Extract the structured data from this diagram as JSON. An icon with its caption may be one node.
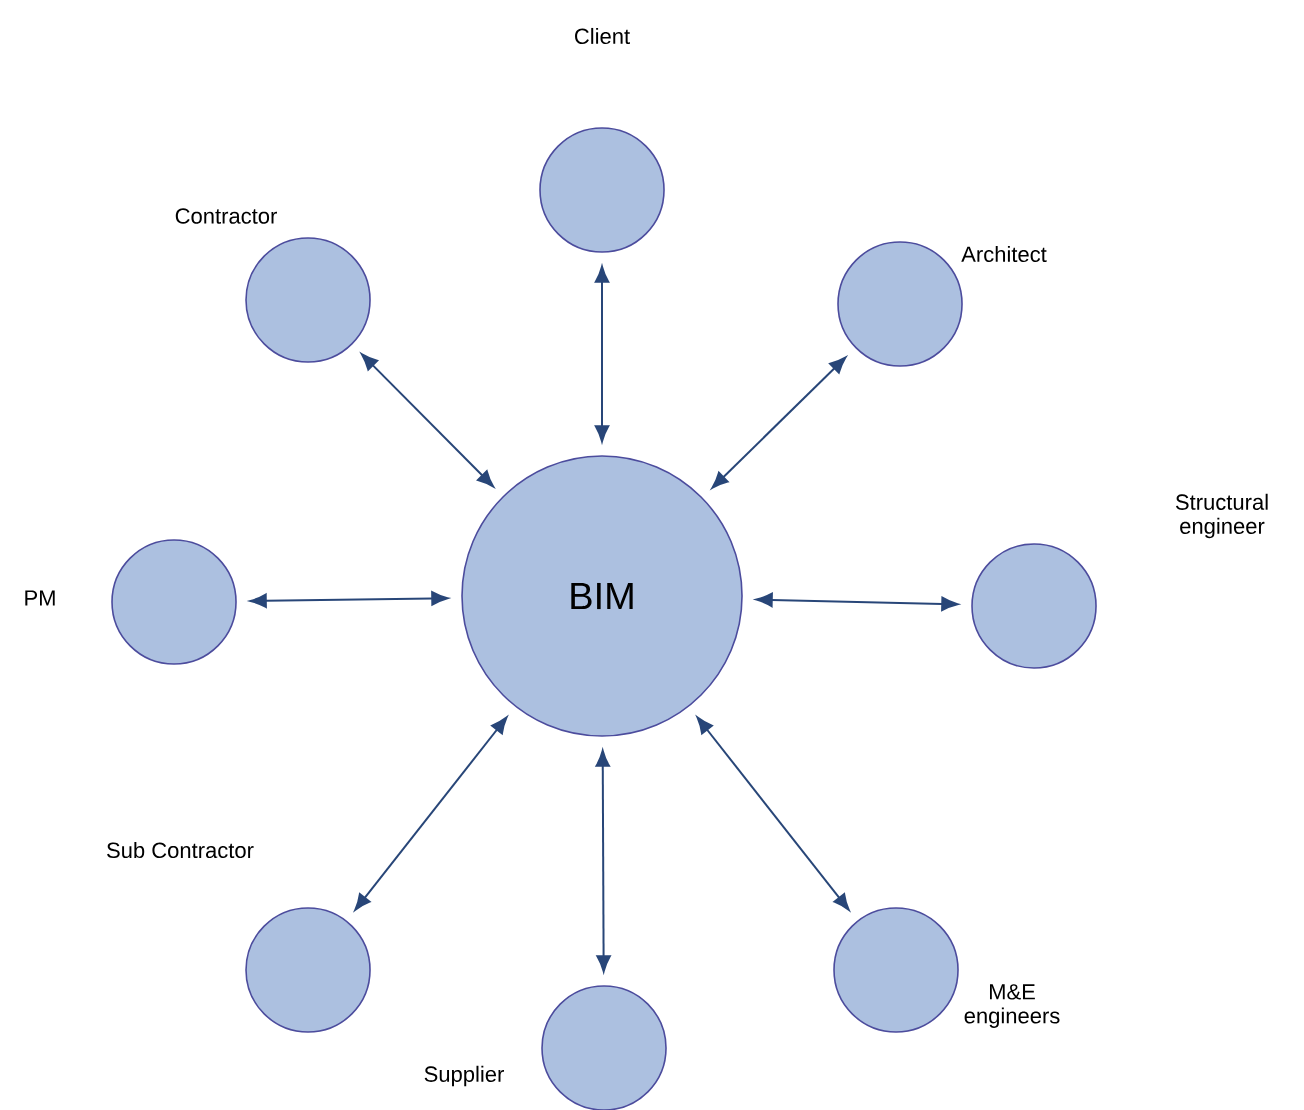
{
  "diagram": {
    "nodes": [
      {
        "text": [
          "Client"
        ]
      },
      {
        "text": [
          "Contractor"
        ]
      },
      {
        "text": [
          "Architect"
        ]
      },
      {
        "text": [
          "PM"
        ]
      },
      {
        "text": [
          "BIM"
        ]
      },
      {
        "text": [
          "Structural engineer"
        ]
      },
      {
        "text": [
          "Sub Contractor"
        ]
      },
      {
        "text": [
          "Supplier"
        ]
      },
      {
        "text": [
          "M&E engineers"
        ]
      }
    ],
    "edges": [
      {
        "from": 4,
        "to": 0,
        "arrow": "both"
      },
      {
        "from": 4,
        "to": 1,
        "arrow": "both"
      },
      {
        "from": 4,
        "to": 2,
        "arrow": "both"
      },
      {
        "from": 4,
        "to": 3,
        "arrow": "both"
      },
      {
        "from": 4,
        "to": 5,
        "arrow": "both"
      },
      {
        "from": 4,
        "to": 6,
        "arrow": "both"
      },
      {
        "from": 4,
        "to": 7,
        "arrow": "both"
      },
      {
        "from": 4,
        "to": 8,
        "arrow": "both"
      }
    ]
  }
}
